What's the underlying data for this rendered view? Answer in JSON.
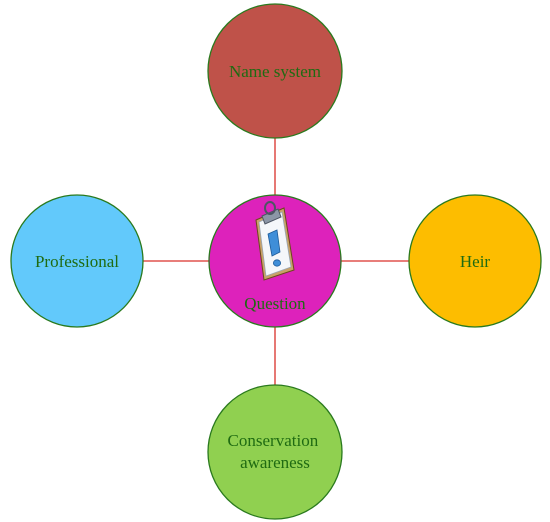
{
  "diagram": {
    "colors": {
      "connector": "#d9302a",
      "node_stroke": "#2a7a1e",
      "label": "#1f6b12"
    },
    "center": {
      "label": "Question",
      "fill": "#dd22bb",
      "icon": "clipboard-exclamation-icon"
    },
    "nodes": {
      "top": {
        "label": "Name system",
        "fill": "#bf5249"
      },
      "left": {
        "label": "Professional",
        "fill": "#62c9fb"
      },
      "right": {
        "label": "Heir",
        "fill": "#fdbd00"
      },
      "bottom": {
        "line1": "Conservation",
        "line2": "awareness",
        "fill": "#90d050"
      }
    }
  }
}
